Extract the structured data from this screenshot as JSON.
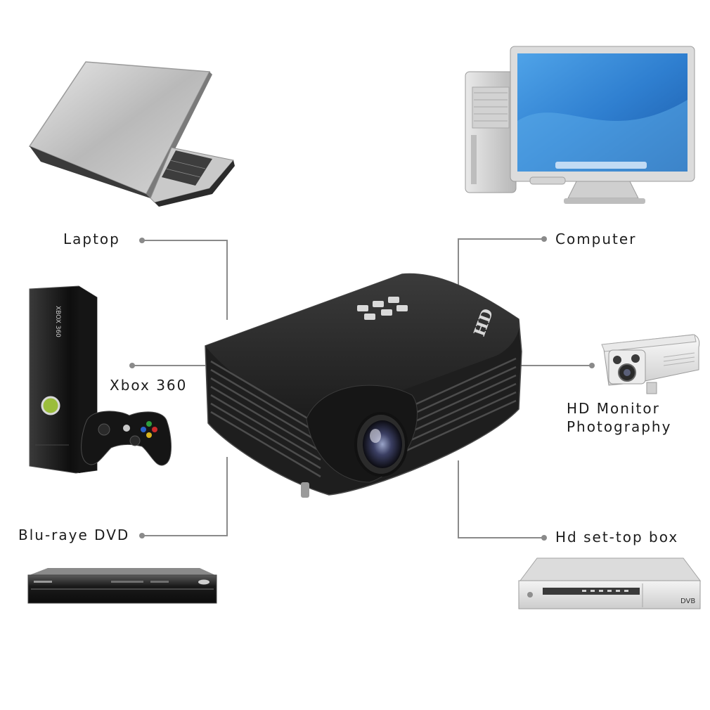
{
  "labels": {
    "laptop": "Laptop",
    "computer": "Computer",
    "xbox": "Xbox 360",
    "camera_line1": "HD Monitor",
    "camera_line2": "Photography",
    "dvd": "Blu-raye DVD",
    "settop": "Hd set-top box"
  },
  "device_text": {
    "projector_badge": "HD",
    "xbox_side": "XBOX 360",
    "settop_badge": "DVB"
  },
  "colors": {
    "connector_line": "#8a8a8a",
    "projector_body": "#1e1e1e",
    "screen_blue": "#2f7fd0"
  }
}
